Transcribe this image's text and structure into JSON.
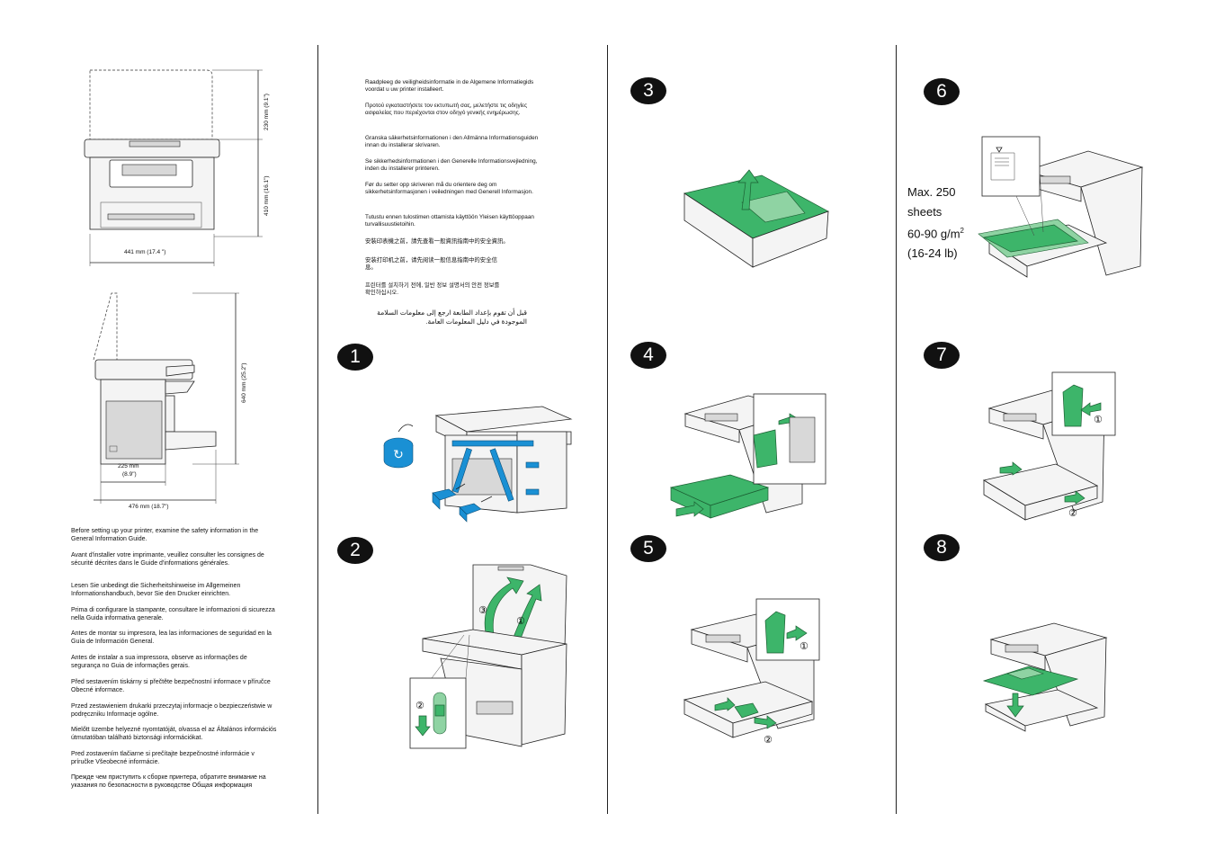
{
  "dimensions": {
    "front_width": "441 mm (17.4 \")",
    "height_open": "230 mm (9.1\")",
    "height_body": "410 mm (16.1\")",
    "side_height": "640 mm (25.2\")",
    "side_depth": "476 mm (18.7\")",
    "tray_depth_mm": "225 mm",
    "tray_depth_in": "(8.9\")"
  },
  "safety_left": [
    "Before setting up your printer, examine the safety information in the General Information Guide.",
    "Avant d'installer votre imprimante, veuillez consulter les consignes de sécurité décrites dans le Guide d'informations générales.",
    "Lesen Sie unbedingt die Sicherheitshinweise im Allgemeinen Informationshandbuch, bevor Sie den Drucker einrichten.",
    "Prima di configurare la stampante, consultare le informazioni di sicurezza nella Guida informativa generale.",
    "Antes de montar su impresora, lea las informaciones de seguridad en la Guía de Información General.",
    "Antes de instalar a sua impressora, observe as informações de segurança no Guia de informações gerais.",
    "Před sestavením tiskárny si přečtěte bezpečnostní informace v příručce Obecné informace.",
    "Przed zestawieniem drukarki przeczytaj informacje o bezpieczeństwie w podręczniku Informacje ogólne.",
    "Mielőtt üzembe helyezné nyomtatóját, olvassa el az Általános információs útmutatóban található biztonsági információkat.",
    "Pred zostavením tlačiarne si prečítajte bezpečnostné informácie v príručke Všeobecné informácie.",
    "Прежде чем приступить к сборке принтера, обратите внимание на указания по безопасности в руководстве Общая информация"
  ],
  "safety_right": [
    "Raadpleeg de veiligheidsinformatie in de Algemene Informatiegids voordat u uw printer installeert.",
    "Προτού εγκαταστήσετε τον εκτυπωτή σας, μελετήστε τις οδηγίες ασφαλείας που περιέχονται στον οδηγό γενικής ενημέρωσης.",
    "Granska säkerhetsinformationen i den Allmänna Informationsguiden innan du installerar skrivaren.",
    "Se sikkerhedsinformationen i den Generelle Informationsvejledning, inden du installerer printeren.",
    "Før du setter opp skriveren må du orientere deg om sikkerhetsinformasjonen i veiledningen med Generell Informasjon.",
    "Tutustu ennen tulostimen ottamista käyttöön Yleisen käyttöoppaan turvallisuustietoihin.",
    "安裝印表機之前，請先查看一般資訊指南中的安全資訊。",
    "安装打印机之前，请先阅读一般信息指南中的安全信息。",
    "프린터를 설치하기 전에, 일반 정보 설명서의 안전 정보를 확인하십시오.",
    "قبل أن تقوم بإعداد الطابعة ارجع إلى معلومات السلامة الموجودة في دليل المعلومات العامة."
  ],
  "steps": [
    "1",
    "2",
    "3",
    "4",
    "5",
    "6",
    "7",
    "8"
  ],
  "paper_spec": {
    "line1": "Max. 250",
    "line2": "sheets",
    "line3_pre": "60-90 g/m",
    "line3_sup": "2",
    "line4": "(16-24 lb)"
  },
  "callouts": {
    "one": "①",
    "two": "②",
    "three": "③"
  },
  "colors": {
    "accent_green": "#3db56a",
    "tape_blue": "#1a90d4"
  }
}
